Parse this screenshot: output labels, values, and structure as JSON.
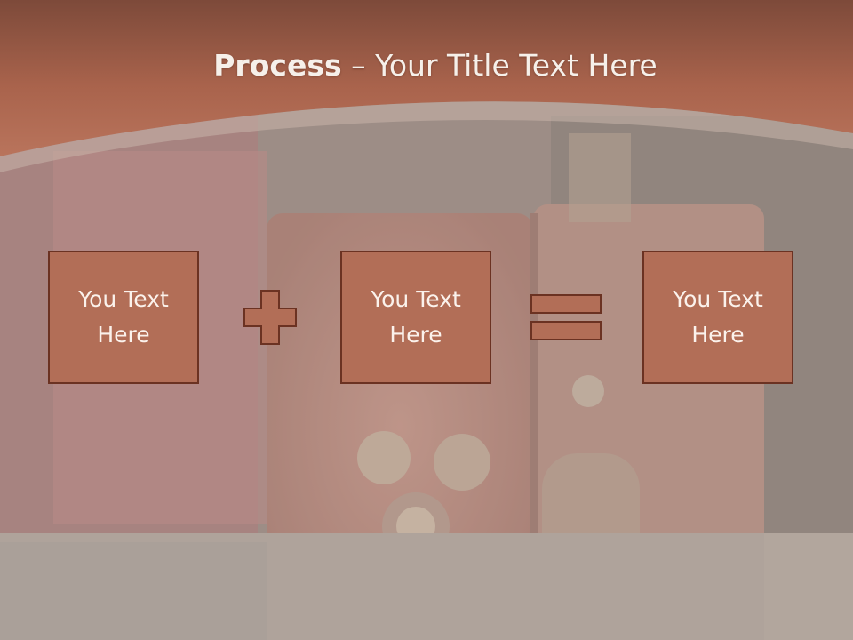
{
  "slide": {
    "title_bold": "Process",
    "title_rest": " – Your Title Text Here"
  },
  "process": {
    "boxes": [
      {
        "label": "You Text Here"
      },
      {
        "label": "You Text Here"
      },
      {
        "label": "You Text Here"
      }
    ],
    "operators": [
      "plus-icon",
      "equals-icon"
    ]
  },
  "colors": {
    "header": "#ae6750",
    "box_fill": "#b26e57",
    "box_border": "#6b3222",
    "text_light": "#fbf2ec"
  }
}
